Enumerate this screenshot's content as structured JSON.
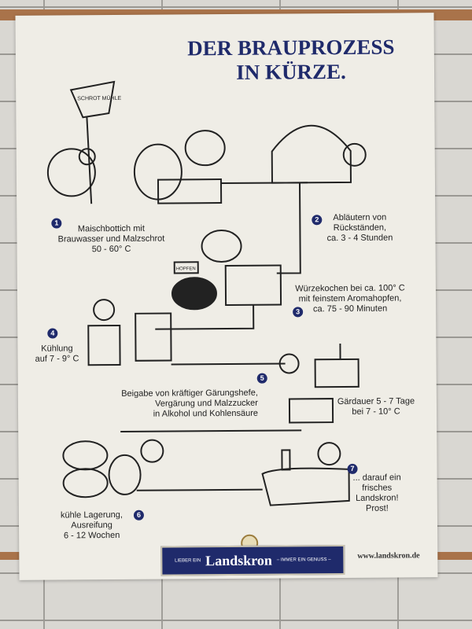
{
  "poster": {
    "title_line1": "DER BRAUPROZESS",
    "title_line2": "IN KÜRZE.",
    "mill_sign": "SCHROT MÜHLE",
    "hops_sign": "HOPFEN",
    "steps": [
      {
        "number": "1",
        "lines": [
          "Maischbottich mit",
          "Brauwasser und Malzschrot",
          "50 - 60° C"
        ]
      },
      {
        "number": "2",
        "lines": [
          "Abläutern von",
          "Rückständen,",
          "ca. 3 - 4 Stunden"
        ]
      },
      {
        "number": "3",
        "lines": [
          "Würzekochen bei ca. 100° C",
          "mit feinstem Aromahopfen,",
          "ca. 75 - 90 Minuten"
        ]
      },
      {
        "number": "4",
        "lines": [
          "Kühlung",
          "auf 7 - 9° C"
        ]
      },
      {
        "number": "5",
        "lines": [
          "Beigabe von kräftiger Gärungshefe,",
          "Vergärung und Malzzucker",
          "in Alkohol und Kohlensäure"
        ],
        "extra": [
          "Gärdauer 5 - 7 Tage",
          "bei 7 - 10° C"
        ]
      },
      {
        "number": "6",
        "lines": [
          "kühle Lagerung,",
          "Ausreifung",
          "6 - 12 Wochen"
        ]
      },
      {
        "number": "7",
        "lines": [
          "... darauf ein",
          "frisches Landskron!",
          "Prost!"
        ]
      }
    ],
    "banner": {
      "left": "LIEBER EIN",
      "brand": "Landskron",
      "right": "– IMMER EIN GENUSS –"
    },
    "website": "www.landskron.de",
    "colors": {
      "navy": "#1f2a6b",
      "paper": "#efede6",
      "wood": "#a9734a"
    }
  }
}
